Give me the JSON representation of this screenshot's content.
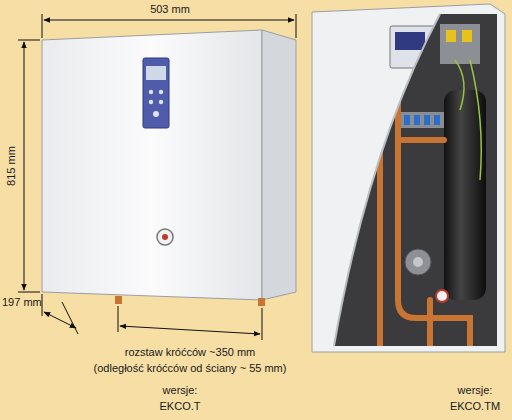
{
  "diagram": {
    "labels": [
      "503 mm",
      "815 mm",
      "197 mm",
      "rozstaw króćców ~350 mm",
      "(odległość króćców od ściany ~ 55 mm)",
      "wersje:",
      "EKCO.T",
      "wersje:",
      "EKCO.TM"
    ]
  }
}
